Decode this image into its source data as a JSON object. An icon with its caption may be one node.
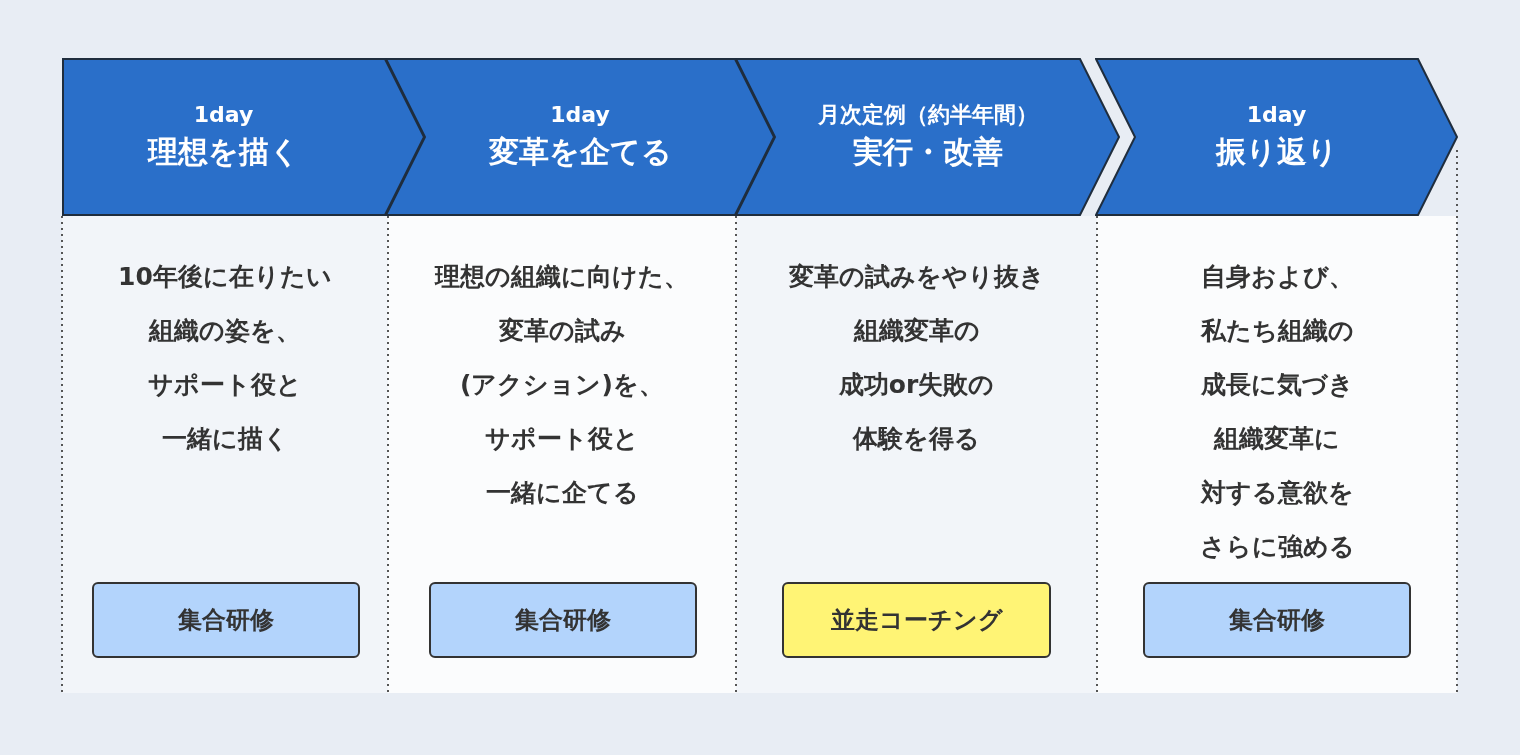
{
  "diagram": {
    "nodes": [
      {
        "text": [
          "1day",
          "理想を描く"
        ]
      },
      {
        "text": [
          "1day",
          "変革を企てる"
        ]
      },
      {
        "text": [
          "月次定例（約半年間）",
          "実行・改善"
        ]
      },
      {
        "text": [
          "1day",
          "振り返り"
        ]
      },
      {
        "text": [
          "10年後に在りたい組織の姿を、サポート役と一緒に描く"
        ]
      },
      {
        "text": [
          "理想の組織に向けた、変革の試み(アクション)を、サポート役と一緒に企てる"
        ]
      },
      {
        "text": [
          "変革の試みをやり抜き組織変革の成功or失敗の体験を得る"
        ]
      },
      {
        "text": [
          "自身および、私たち組織の成長に気づき組織変革に対する意欲をさらに強める"
        ]
      },
      {
        "text": [
          "集合研修"
        ],
        "in": 4
      },
      {
        "text": [
          "集合研修"
        ],
        "in": 5
      },
      {
        "text": [
          "並走コーチング"
        ],
        "in": 6
      },
      {
        "text": [
          "集合研修"
        ],
        "in": 7
      }
    ]
  }
}
